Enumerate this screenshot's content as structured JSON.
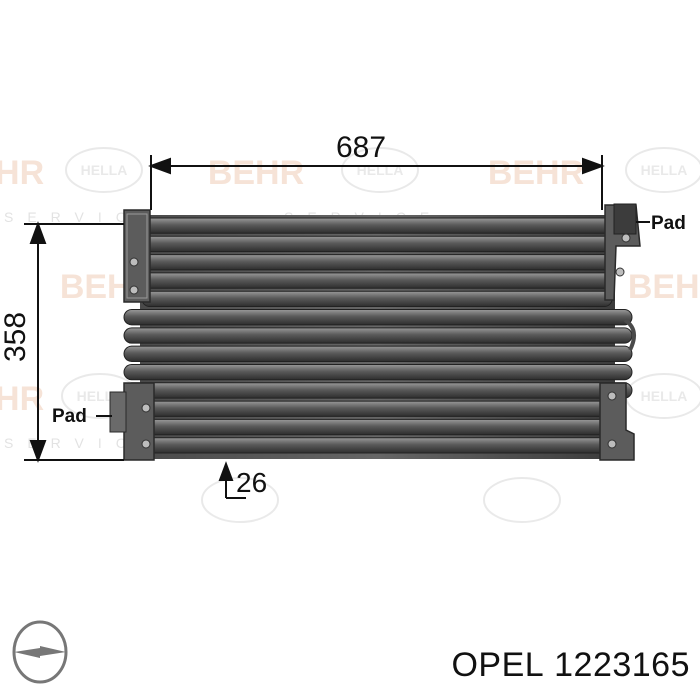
{
  "dimensions": {
    "width": "687",
    "height": "358",
    "depth": "26"
  },
  "labels": {
    "pad_right": "Pad",
    "pad_left": "Pad"
  },
  "watermark": {
    "hella": "HELLA",
    "behr": "BEHR",
    "service": "SERVICE"
  },
  "caption": {
    "brand": "OPEL",
    "part_number": "1223165"
  },
  "colors": {
    "dimension_line": "#111111",
    "radiator_dark": "#3a3a3a",
    "radiator_mid": "#7a7a7a",
    "radiator_light": "#b5b5b5",
    "watermark": "#f0cdb8"
  },
  "icons": {
    "brand_logo": "opel-logo-icon"
  }
}
